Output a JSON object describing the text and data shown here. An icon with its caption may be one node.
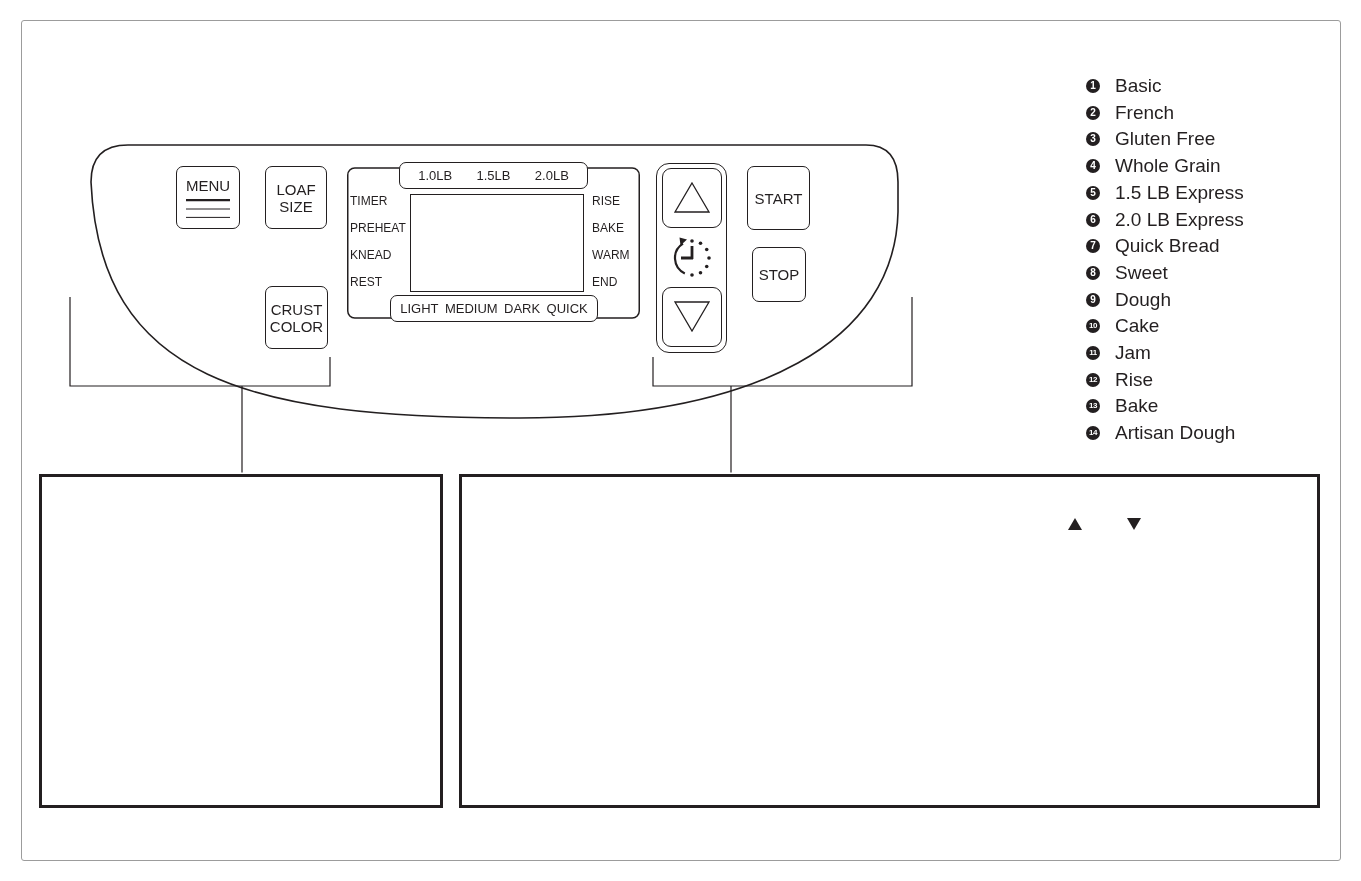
{
  "diagram": {
    "nodes": [
      {
        "text": [],
        "shape": "panel"
      },
      {
        "text": [
          "MENU"
        ],
        "in": 0
      },
      {
        "text": [
          "LOAF SIZE"
        ],
        "in": 0
      },
      {
        "text": [
          "TIMER",
          "PREHEAT",
          "KNEAD",
          "REST",
          "RISE",
          "BAKE",
          "WARM",
          "END"
        ],
        "in": 0
      },
      {
        "text": [
          "1.0LB",
          "1.5LB",
          "2.0LB"
        ],
        "in": 3
      },
      {
        "text": [],
        "shape": "box",
        "in": 3
      },
      {
        "text": [
          "LIGHT",
          "MEDIUM",
          "DARK",
          "QUICK"
        ],
        "in": 3
      },
      {
        "text": [
          "CRUST COLOR"
        ],
        "in": 0
      },
      {
        "text": [],
        "shape": "box",
        "in": 0
      },
      {
        "text": [],
        "shape": "box",
        "in": 8
      },
      {
        "text": [],
        "shape": "box",
        "in": 8
      },
      {
        "text": [
          "START"
        ],
        "in": 0
      },
      {
        "text": [
          "STOP"
        ],
        "in": 0
      },
      {
        "text": [],
        "shape": "box"
      },
      {
        "text": [],
        "shape": "box"
      }
    ],
    "labels": [
      "1",
      "Basic",
      "2",
      "French",
      "3",
      "Gluten Free",
      "4",
      "Whole Grain",
      "5",
      "1.5 LB Express",
      "6",
      "2.0 LB Express",
      "7",
      "Quick Bread",
      "8",
      "Sweet",
      "9",
      "Dough",
      "10",
      "Cake",
      "11",
      "Jam",
      "12",
      "Rise",
      "13",
      "Bake",
      "14",
      "Artisan Dough"
    ]
  }
}
